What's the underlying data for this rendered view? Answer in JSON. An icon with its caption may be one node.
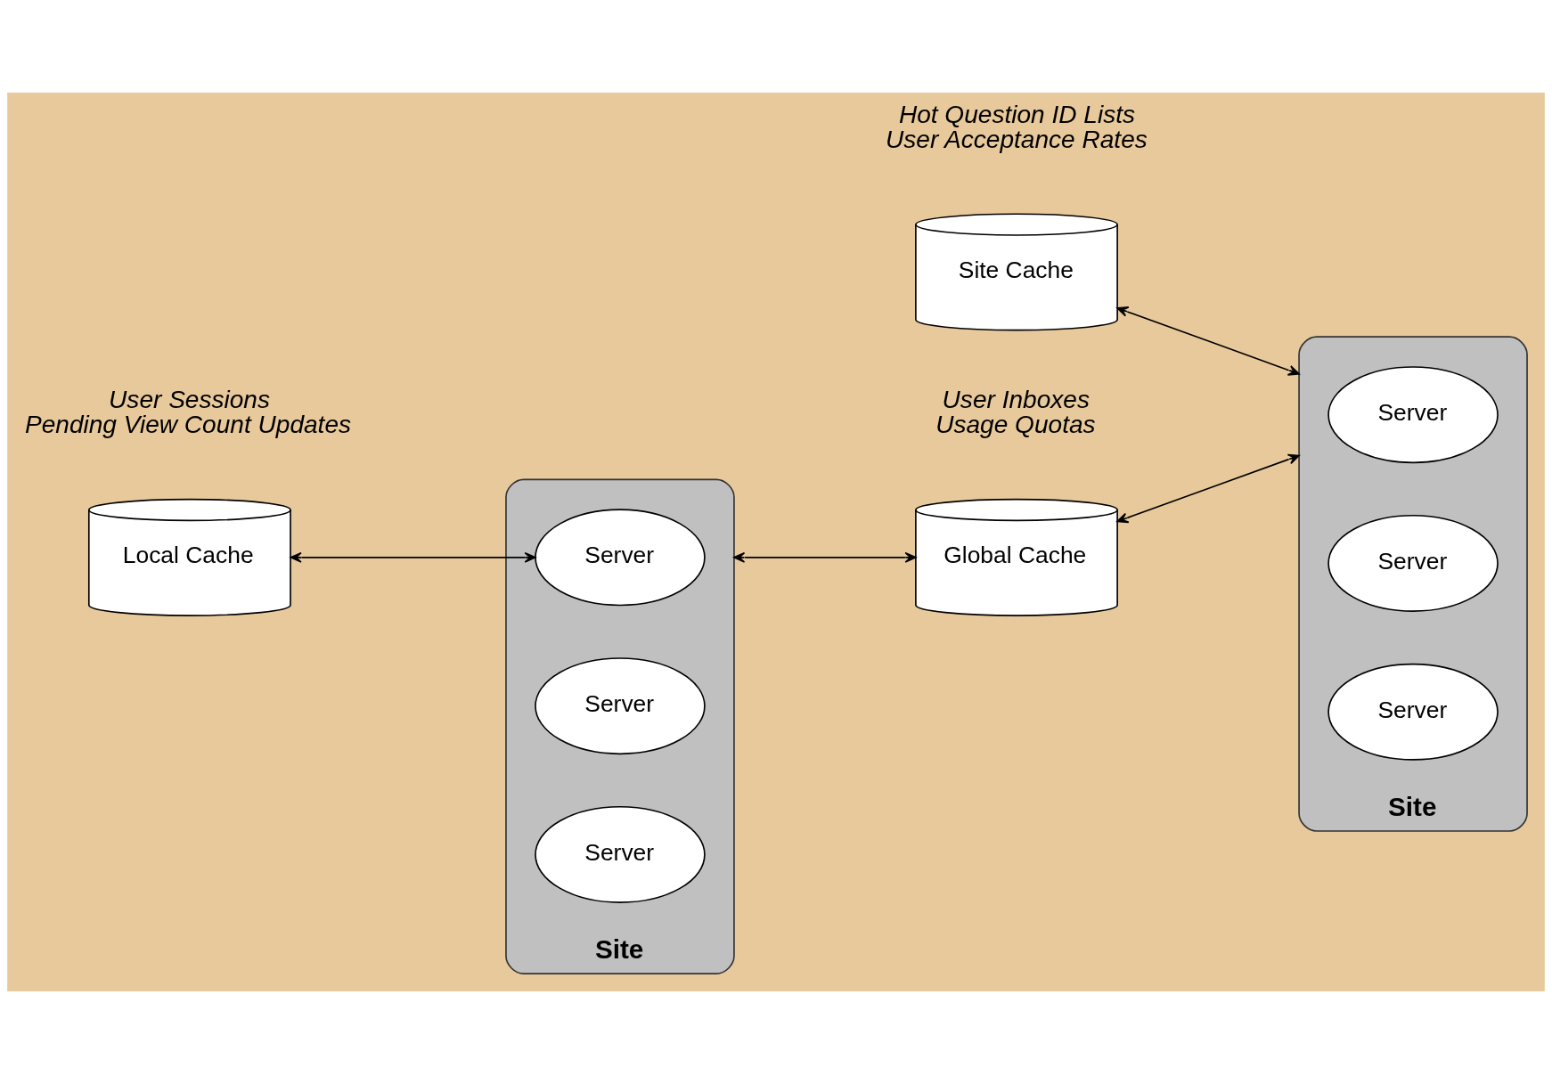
{
  "diagram": {
    "nodes": [
      {
        "text": [
          "Site"
        ]
      },
      {
        "text": [
          "Server"
        ],
        "in": 0
      },
      {
        "text": [
          "Server"
        ],
        "in": 0
      },
      {
        "text": [
          "Server"
        ],
        "in": 0
      },
      {
        "text": [
          "Local Cache"
        ],
        "beside": [
          "User Sessions",
          "Pending View Count Updates"
        ]
      },
      {
        "text": [
          "Global Cache"
        ],
        "beside": [
          "User Inboxes",
          "Usage Quotas"
        ]
      },
      {
        "text": [
          "Site Cache"
        ],
        "beside": [
          "Hot Question ID Lists",
          "User Acceptance Rates"
        ]
      },
      {
        "text": [
          "Site"
        ]
      },
      {
        "text": [
          "Server"
        ],
        "in": 7
      },
      {
        "text": [
          "Server"
        ],
        "in": 7
      },
      {
        "text": [
          "Server"
        ],
        "in": 7
      }
    ],
    "edges": [
      {
        "from": 4,
        "to": 1,
        "arrow": "both"
      },
      {
        "from": 0,
        "to": 5,
        "arrow": "both"
      },
      {
        "from": 5,
        "to": 7,
        "arrow": "both"
      },
      {
        "from": 6,
        "to": 7,
        "arrow": "both"
      }
    ]
  }
}
